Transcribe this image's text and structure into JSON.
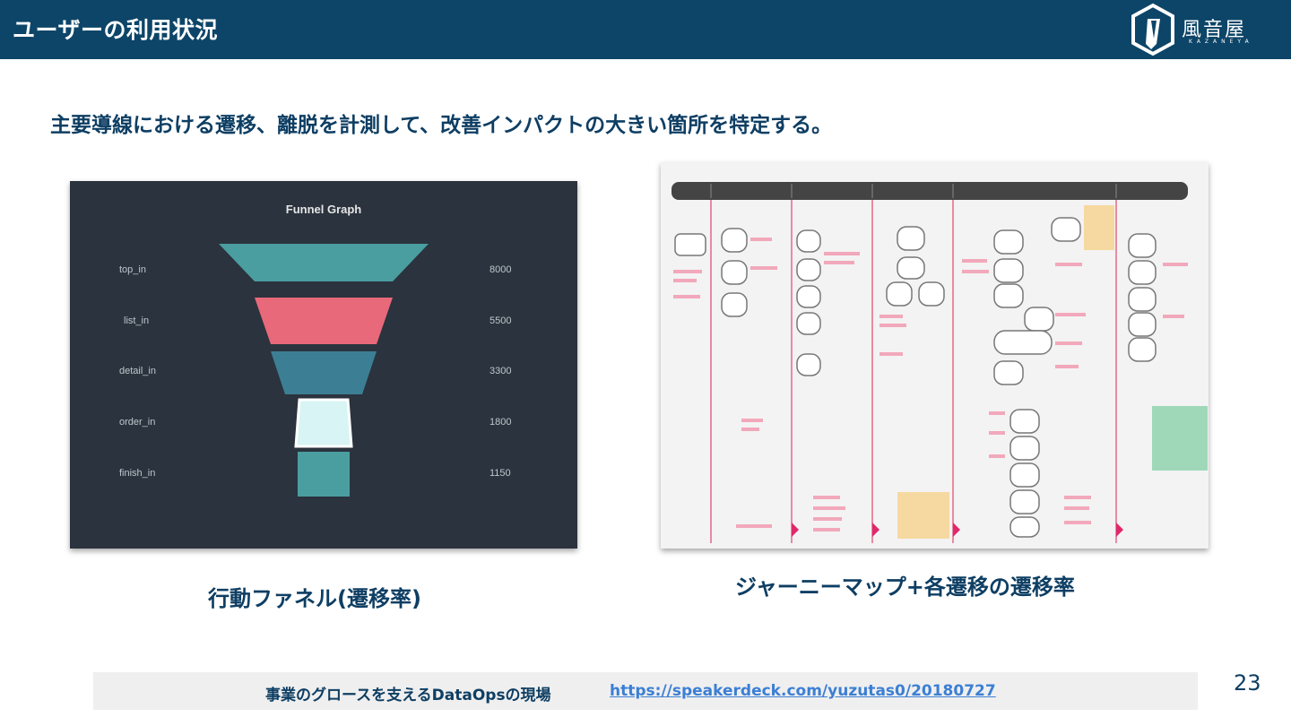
{
  "header": {
    "title": "ユーザーの利用状況",
    "logo_text": "風音屋",
    "logo_sub": "KAZANEYA"
  },
  "subtitle": "主要導線における遷移、離脱を計測して、改善インパクトの大きい箇所を特定する。",
  "figures": [
    {
      "caption": "行動ファネル(遷移率)",
      "image_title": "Funnel Graph",
      "left_labels": [
        "top_in",
        "list_in",
        "detail_in",
        "order_in",
        "finish_in"
      ],
      "right_values": [
        "8000",
        "5500",
        "3300",
        "1800",
        "1150"
      ]
    },
    {
      "caption": "ジャーニーマップ+各遷移の遷移率"
    }
  ],
  "source": {
    "text": "事業のグロースを支えるDataOpsの現場",
    "link": "https://speakerdeck.com/yuzutas0/20180727"
  },
  "page_number": "23"
}
